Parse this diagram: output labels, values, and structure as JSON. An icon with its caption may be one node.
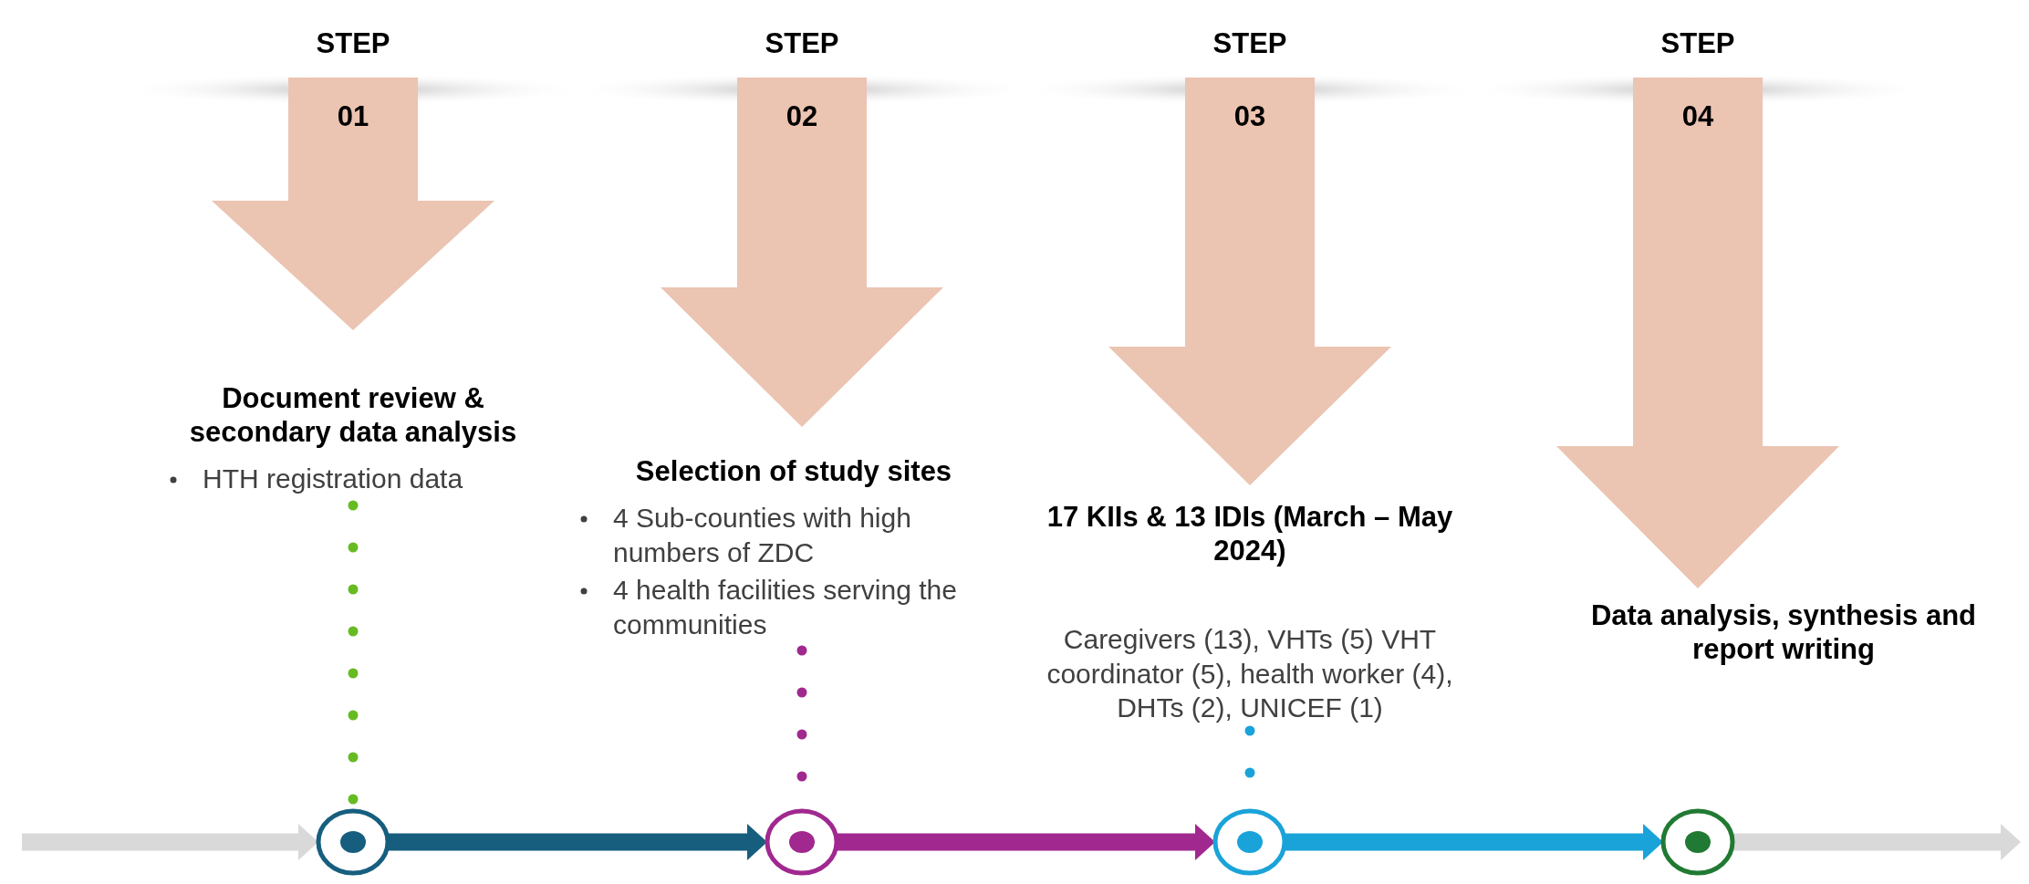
{
  "diagram": {
    "nodes": [
      {
        "text": [
          "STEP",
          "01"
        ]
      },
      {
        "text": [
          "STEP",
          "02"
        ]
      },
      {
        "text": [
          "STEP",
          "03"
        ]
      },
      {
        "text": [
          "STEP",
          "04"
        ]
      },
      {
        "text": [
          "Document review & secondary data analysis",
          "HTH registration data"
        ]
      },
      {
        "text": [
          "Selection of study sites",
          "4 Sub-counties with high numbers of ZDC",
          "4 health facilities serving the communities"
        ]
      },
      {
        "text": [
          "17 KIIs & 13 IDIs (March – May 2024)",
          "Caregivers (13), VHTs (5) VHT coordinator (5), health worker (4), DHTs (2), UNICEF (1)"
        ]
      },
      {
        "text": [
          "Data analysis, synthesis and report writing"
        ]
      },
      {
        "text": [],
        "shape": "circle"
      },
      {
        "text": [],
        "shape": "circle"
      },
      {
        "text": [],
        "shape": "circle"
      },
      {
        "text": [],
        "shape": "circle"
      }
    ],
    "edges": [
      {
        "from": null,
        "to": 8,
        "arrow": "to",
        "color": "#d9d9d9"
      },
      {
        "from": 8,
        "to": 9,
        "arrow": "to",
        "color": "#175e7e"
      },
      {
        "from": 9,
        "to": 10,
        "arrow": "to",
        "color": "#a0288f"
      },
      {
        "from": 10,
        "to": 11,
        "arrow": "to",
        "color": "#1aa3d8"
      },
      {
        "from": 11,
        "to": null,
        "arrow": "to",
        "color": "#d9d9d9"
      },
      {
        "from": 4,
        "to": 8,
        "arrow": "none",
        "style": "dashed",
        "color": "#66bb22"
      },
      {
        "from": 5,
        "to": 9,
        "arrow": "none",
        "style": "dashed",
        "color": "#a0288f"
      },
      {
        "from": 6,
        "to": 10,
        "arrow": "none",
        "style": "dashed",
        "color": "#1aa3d8"
      }
    ]
  }
}
